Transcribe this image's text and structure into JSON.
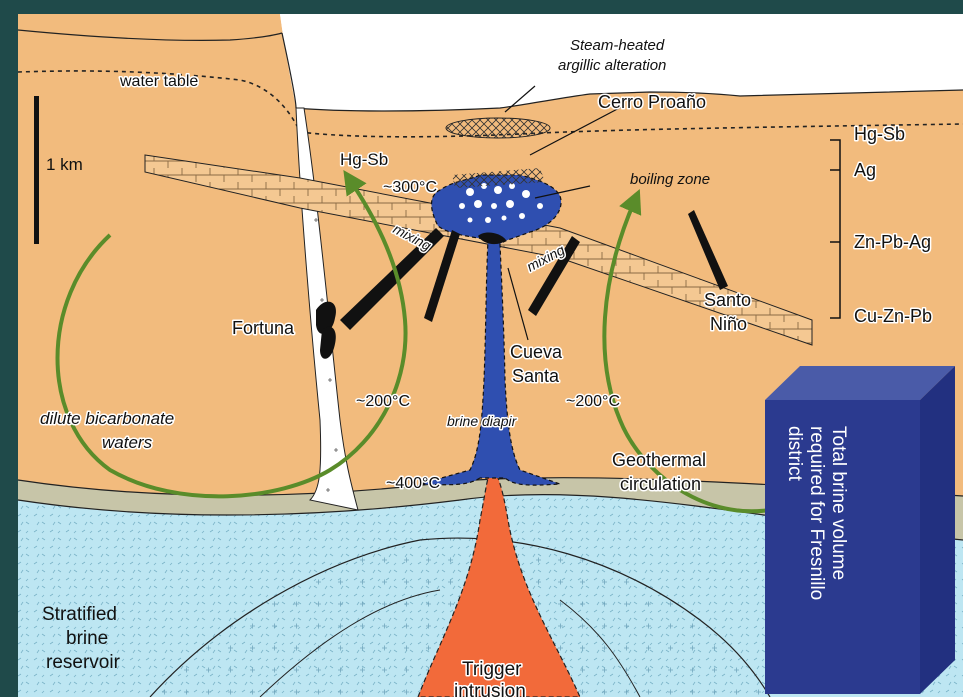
{
  "labels": {
    "steam_heated": "Steam-heated",
    "argillic_alteration": "argillic alteration",
    "water_table": "water table",
    "cerro_proano": "Cerro Proaño",
    "scale": "1 km",
    "hg_sb_center": "Hg-Sb",
    "temp_300": "~300°C",
    "boiling_zone": "boiling zone",
    "mixing_left": "mixing",
    "mixing_right": "mixing",
    "fortuna": "Fortuna",
    "santo": "Santo",
    "nino": "Niño",
    "cueva": "Cueva",
    "santa": "Santa",
    "temp_200_left": "~200°C",
    "temp_200_right": "~200°C",
    "brine_diapir": "brine diapir",
    "dilute_1": "dilute bicarbonate",
    "dilute_2": "waters",
    "temp_400": "~400°C",
    "geothermal_1": "Geothermal",
    "geothermal_2": "circulation",
    "stratified_1": "Stratified",
    "stratified_2": "brine",
    "stratified_3": "reservoir",
    "trigger_1": "Trigger",
    "trigger_2": "intrusion"
  },
  "zoning": [
    "Hg-Sb",
    "Ag",
    "Zn-Pb-Ag",
    "Cu-Zn-Pb"
  ],
  "brine_box": {
    "line1": "Total brine volume",
    "line2": "required for Fresnillo",
    "line3": "district"
  },
  "colors": {
    "crust": "#f2bb7d",
    "gray_layer": "#c7c5a8",
    "reservoir": "#bde6f2",
    "brine": "#2f4fb0",
    "intrusion": "#f26a3a",
    "arrow": "#5a8c2a",
    "box_front": "#2b3a8f",
    "box_side": "#4a5ba8",
    "frame_bg": "#1f4a4a"
  }
}
